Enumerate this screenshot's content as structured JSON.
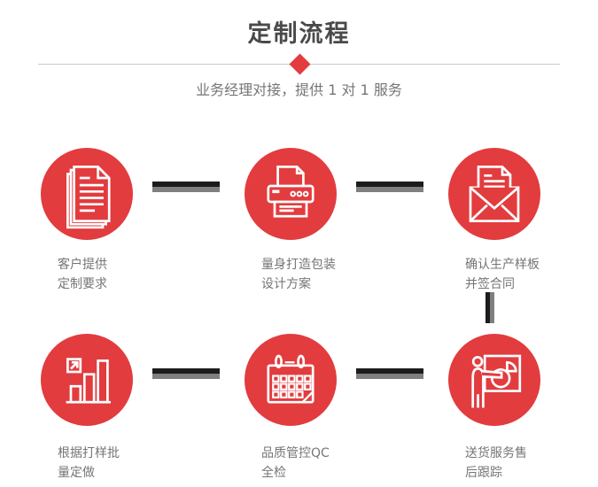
{
  "colors": {
    "accent_red": "#e23c3f",
    "title_gray": "#4a4a4a",
    "text_gray": "#757575",
    "connector_dark": "#1c1c1c",
    "connector_gray": "#7f7f7f",
    "divider_gray": "#cccccc",
    "background": "#ffffff"
  },
  "header": {
    "title": "定制流程",
    "subtitle": "业务经理对接，提供 1 对 1 服务"
  },
  "steps": [
    {
      "icon": "documents-icon",
      "label": [
        "客户提供",
        "定制要求"
      ]
    },
    {
      "icon": "printer-icon",
      "label": [
        "量身打造包装",
        "设计方案"
      ]
    },
    {
      "icon": "envelope-icon",
      "label": [
        "确认生产样板",
        "并签合同"
      ]
    },
    {
      "icon": "bar-chart-icon",
      "label": [
        "根据打样批",
        "量定做"
      ]
    },
    {
      "icon": "calendar-icon",
      "label": [
        "品质管控QC",
        "全检"
      ]
    },
    {
      "icon": "presenter-icon",
      "label": [
        "送货服务售",
        "后跟踪"
      ]
    }
  ]
}
